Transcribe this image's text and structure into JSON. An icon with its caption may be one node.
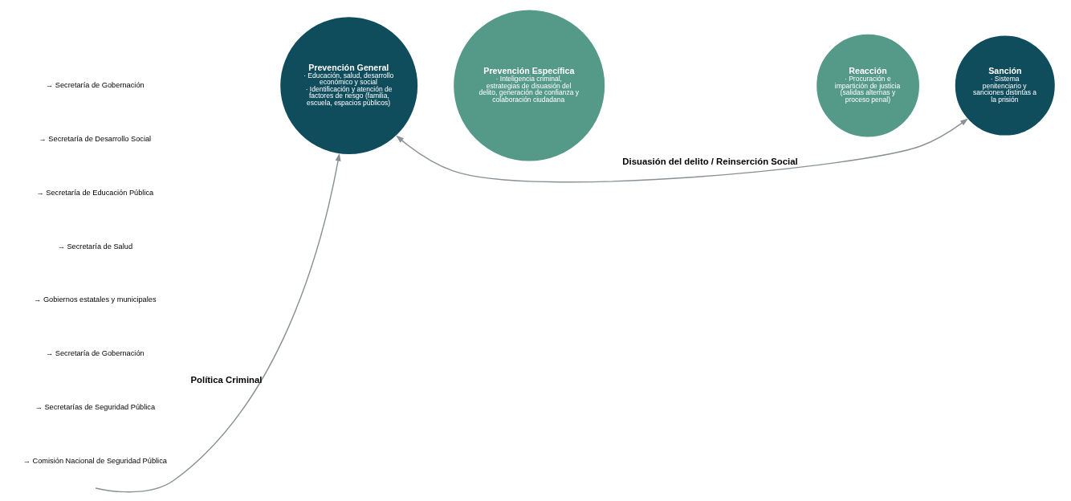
{
  "diagram": {
    "nodes": [
      {
        "text": [
          "Prevención General",
          "· Educación, salud, desarrollo económico y social",
          "· Identificación y atención de factores de riesgo (familia, escuela, espacios públicos)"
        ]
      },
      {
        "text": [
          "Prevención Específica",
          "· Inteligencia criminal, estrategias de disuasión del delito, generación de confianza y colaboración ciudadana"
        ]
      },
      {
        "text": [
          "Reacción",
          "· Procuración e impartición de justicia (salidas alternas y proceso penal)"
        ]
      },
      {
        "text": [
          "Sanción",
          "· Sistema penitenciario y sanciones distintas a la prisión"
        ]
      }
    ],
    "edges": [
      {
        "from": null,
        "to": 0,
        "arrow": "to",
        "label": "Política Criminal"
      },
      {
        "from": 0,
        "to": 3,
        "arrow": "both",
        "label": "Disuasión del delito / Reinserción Social"
      }
    ],
    "labels": [
      "→ Secretaría de Gobernación",
      "→ Secretaría de Desarrollo Social",
      "→ Secretaría de Educación Pública",
      "→ Secretaría de Salud",
      "→ Gobiernos estatales y municipales",
      "→ Secretaría de Gobernación",
      "→ Secretarías de Seguridad Pública",
      "→ Comisión Nacional de Seguridad Pública"
    ]
  }
}
